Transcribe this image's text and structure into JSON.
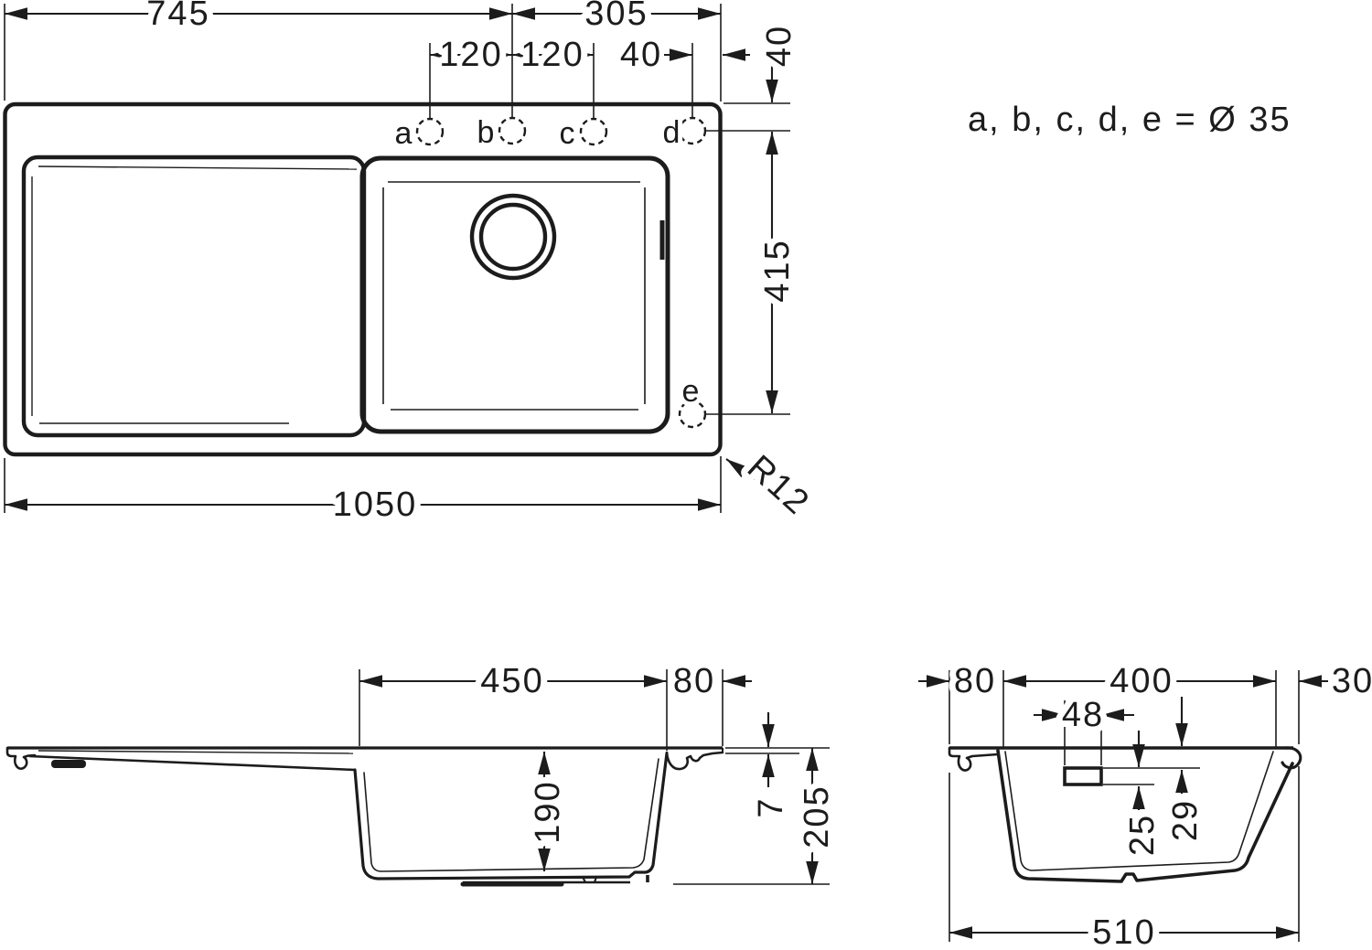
{
  "colors": {
    "ink": "#1c1c1c",
    "background": "#ffffff"
  },
  "note": {
    "text": "a, b, c, d, e = Ø 35"
  },
  "top_view": {
    "hole_labels": {
      "a": "a",
      "b": "b",
      "c": "c",
      "d": "d",
      "e": "e"
    },
    "dims": {
      "left_section": "745",
      "right_section": "305",
      "hole_a_to_b": "120",
      "hole_b_to_c": "120",
      "hole_d_to_edge": "40",
      "top_edge_to_holes": "40",
      "hole_d_to_hole_e": "415",
      "overall_length": "1050",
      "corner_radius": "R12"
    }
  },
  "side_view": {
    "dims": {
      "basin_opening": "450",
      "basin_to_edge": "80",
      "basin_inner_depth": "190",
      "rim_thickness": "7",
      "overall_height": "205"
    }
  },
  "section_view": {
    "dims": {
      "left_edge_to_basin": "80",
      "basin_opening": "400",
      "basin_to_right_edge": "30",
      "overflow_width": "48",
      "overflow_height": "25",
      "surface_to_overflow": "29",
      "overall_width": "510"
    }
  }
}
